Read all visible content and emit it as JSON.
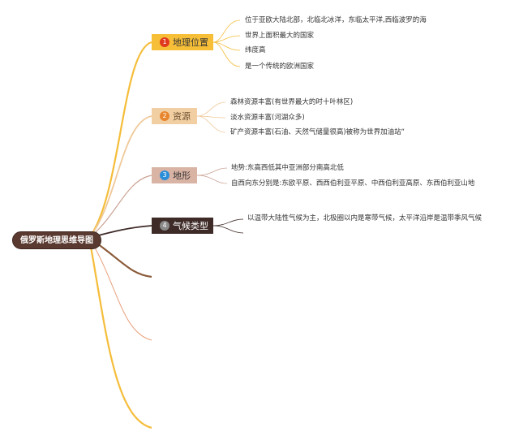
{
  "root": {
    "label": "俄罗斯地理思维导图"
  },
  "branches": [
    {
      "number": "1",
      "label": "地理位置",
      "items": [
        "位于亚欧大陆北部，北临北冰洋，东临太平洋,西临波罗的海",
        "世界上面积最大的国家",
        "纬度高",
        "是一个传统的欧洲国家"
      ]
    },
    {
      "number": "2",
      "label": "资源",
      "items": [
        "森林资源丰富(有世界最大的时十叶林区)",
        "淡水资源丰富(河湖众多)",
        "矿产资源丰富(石油、天然气储量很高)被称为世界加油站“"
      ]
    },
    {
      "number": "3",
      "label": "地形",
      "items": [
        "地势:东高西低其中亚洲部分南高北低",
        "自西向东分别是:东欧平原、西西伯利亚平原、中西伯利亚高原、东西伯利亚山地"
      ]
    },
    {
      "number": "4",
      "label": "气候类型",
      "items": [
        "以温带大陆性气候为主，北极圈以内是寒带气候，太平洋沿岸是温带季风气候"
      ]
    }
  ],
  "colors": {
    "branch1": "#f7bf38",
    "branch2": "#f1cfa2",
    "branch3": "#d9b3a4",
    "branch4": "#3e2b27",
    "root": "#5a3a30"
  }
}
